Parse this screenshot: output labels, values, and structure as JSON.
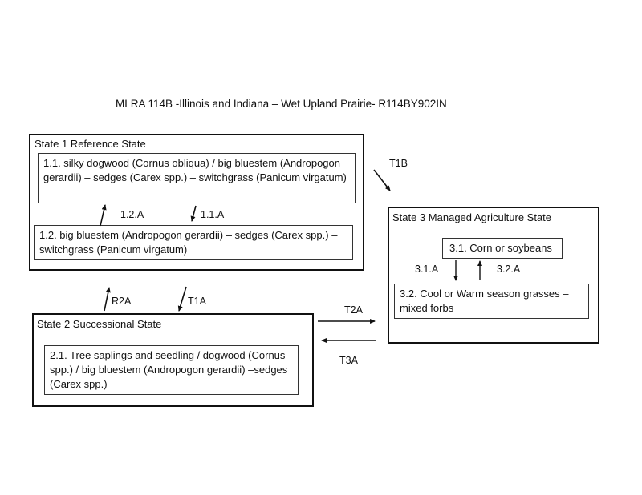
{
  "title": "MLRA 114B -Illinois and Indiana –  Wet Upland Prairie- R114BY902IN",
  "states": {
    "state1": {
      "label": "State 1 Reference State",
      "phases": {
        "p11": "1.1. silky dogwood (Cornus obliqua) / big bluestem (Andropogon gerardii) – sedges (Carex spp.) – switchgrass (Panicum virgatum)",
        "p12": "1.2. big bluestem (Andropogon gerardii) – sedges (Carex spp.) – switchgrass (Panicum virgatum)"
      }
    },
    "state2": {
      "label": "State 2 Successional State",
      "phases": {
        "p21": "2.1. Tree saplings and seedling / dogwood (Cornus spp.) / big bluestem (Andropogon gerardii) –sedges (Carex spp.)"
      }
    },
    "state3": {
      "label": "State 3  Managed Agriculture State",
      "phases": {
        "p31": "3.1. Corn or soybeans",
        "p32": "3.2. Cool  or Warm season grasses – mixed forbs"
      }
    }
  },
  "transitions": {
    "p12a": "1.2.A",
    "p11a": "1.1.A",
    "r2a": "R2A",
    "t1a": "T1A",
    "t1b": "T1B",
    "t2a": "T2A",
    "t3a": "T3A",
    "p31a": "3.1.A",
    "p32a": "3.2.A"
  }
}
